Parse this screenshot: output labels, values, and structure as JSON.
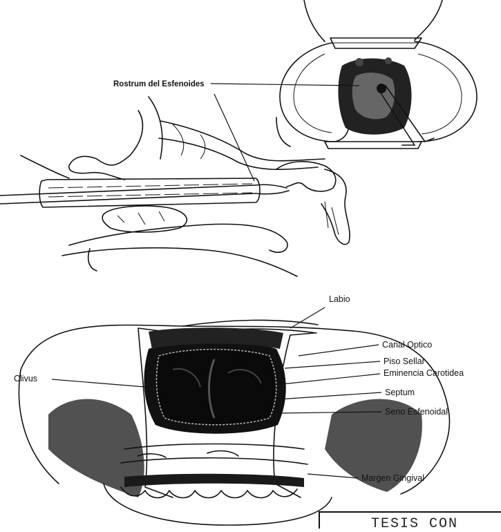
{
  "figure": {
    "labels": {
      "rostrum": "Rostrum del Esfenoides",
      "labio": "Labio",
      "canal_optico": "Canal Optico",
      "piso_sellar": "Piso Sellar",
      "eminencia_carotidea": "Eminencia Carotidea",
      "septum": "Septum",
      "seno_esfenoidal": "Seno Esfenoidal",
      "clivus": "Clivus",
      "margen_gingival": "Margen Gingival"
    },
    "stamp_text": "TESIS CON"
  }
}
